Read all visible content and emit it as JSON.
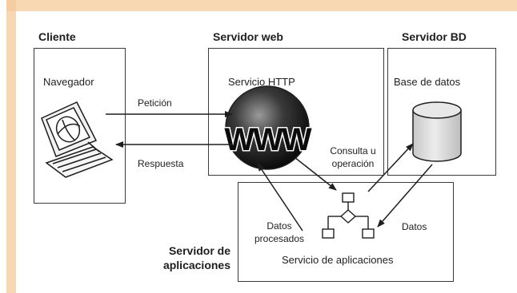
{
  "labels": {
    "client_title": "Cliente",
    "web_server_title": "Servidor web",
    "db_server_title": "Servidor BD",
    "app_server_title_line1": "Servidor de",
    "app_server_title_line2": "aplicaciones",
    "browser": "Navegador",
    "http_service": "Servicio HTTP",
    "database": "Base de datos",
    "request": "Petición",
    "response": "Respuesta",
    "query_line1": "Consulta u",
    "query_line2": "operación",
    "processed_line1": "Datos",
    "processed_line2": "procesados",
    "data": "Datos",
    "app_service": "Servicio de aplicaciones",
    "www": "WWW"
  },
  "colors": {
    "frame": "#f6c999",
    "line": "#1e1e1e",
    "db_cylinder": "#d9d9d9"
  }
}
